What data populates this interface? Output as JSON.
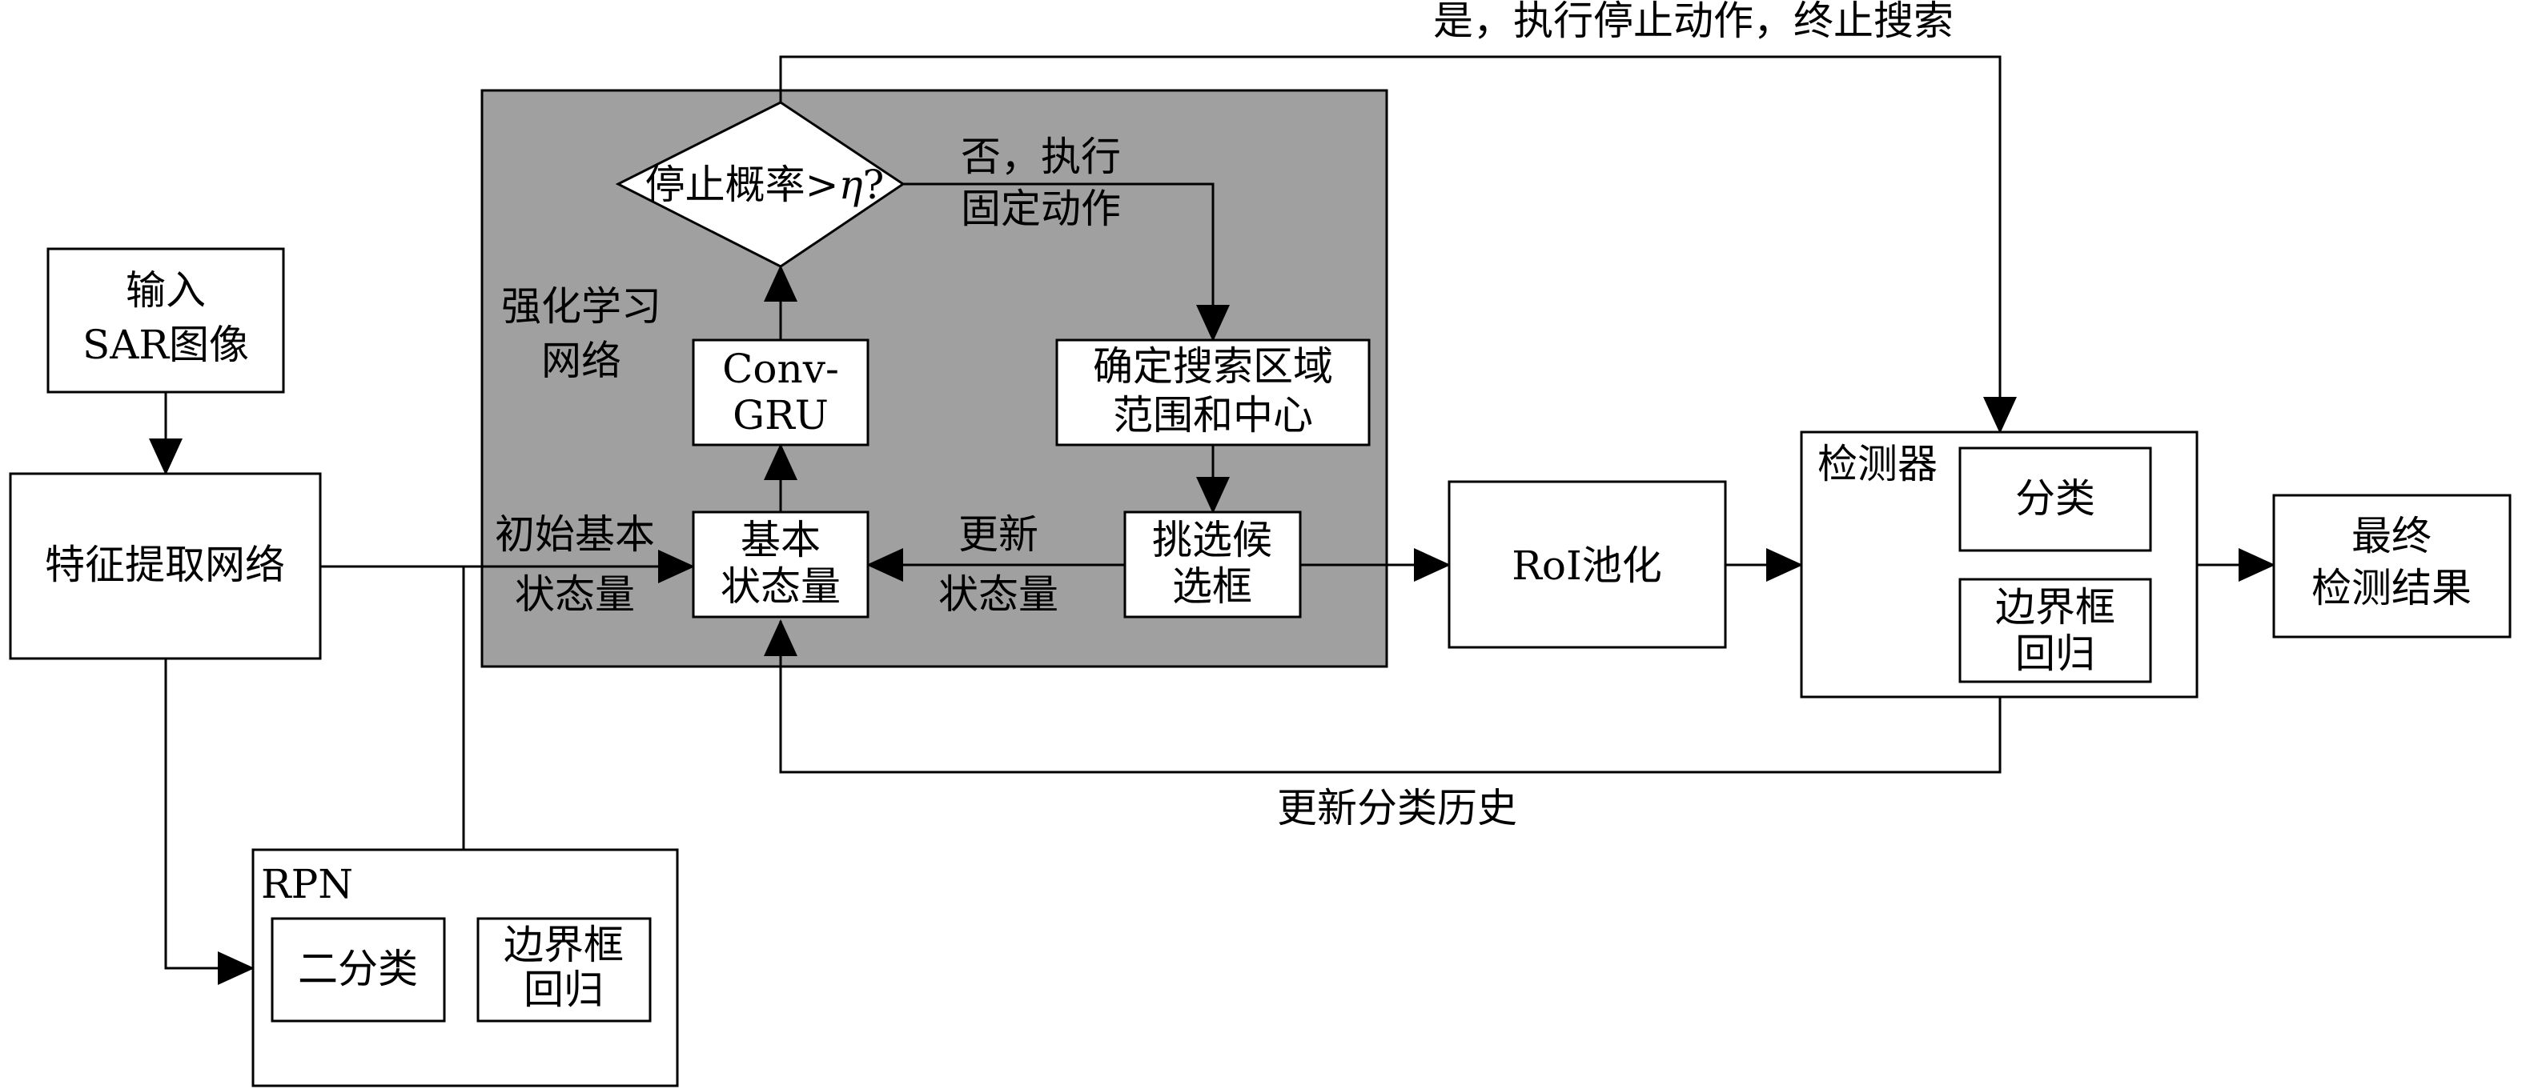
{
  "colors": {
    "rl_panel": "#a0a0a0",
    "box_fill": "#ffffff",
    "stroke": "#000000"
  },
  "nodes": {
    "input": {
      "line1": "输入",
      "line2": "SAR图像"
    },
    "feature_net": {
      "label": "特征提取网络"
    },
    "rpn": {
      "title": "RPN",
      "binary_cls": "二分类",
      "bbox_reg_line1": "边界框",
      "bbox_reg_line2": "回归"
    },
    "rl_network": {
      "line1": "强化学习",
      "line2": "网络"
    },
    "stop_decision": {
      "prefix": "停止概率",
      "cmp": ">",
      "symbol": "η",
      "suffix": "?"
    },
    "conv_gru": {
      "line1": "Conv-",
      "line2": "GRU"
    },
    "base_state": {
      "line1": "基本",
      "line2": "状态量"
    },
    "search_region": {
      "line1": "确定搜索区域",
      "line2": "范围和中心"
    },
    "select_candidate": {
      "line1": "挑选候",
      "line2": "选框"
    },
    "roi_pool": {
      "label": "RoI池化"
    },
    "detector": {
      "title": "检测器",
      "cls": "分类",
      "reg_line1": "边界框",
      "reg_line2": "回归"
    },
    "final": {
      "line1": "最终",
      "line2": "检测结果"
    }
  },
  "edge_labels": {
    "yes_stop": "是，执行停止动作，终止搜索",
    "no_fixed_line1": "否，执行",
    "no_fixed_line2": "固定动作",
    "init_state_line1": "初始基本",
    "init_state_line2": "状态量",
    "update_state_line1": "更新",
    "update_state_line2": "状态量",
    "update_cls_history": "更新分类历史"
  }
}
